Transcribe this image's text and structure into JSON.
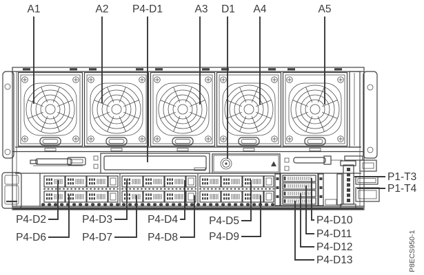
{
  "colors": {
    "line": "#414141",
    "text": "#3a3a3a",
    "background": "#ffffff"
  },
  "labels": {
    "top": {
      "a1": "A1",
      "a2": "A2",
      "p4_d1": "P4-D1",
      "a3": "A3",
      "d1": "D1",
      "a4": "A4",
      "a5": "A5"
    },
    "bottom_left": {
      "p4_d2": "P4-D2",
      "p4_d3": "P4-D3",
      "p4_d4": "P4-D4",
      "p4_d5": "P4-D5",
      "p4_d6": "P4-D6",
      "p4_d7": "P4-D7",
      "p4_d8": "P4-D8",
      "p4_d9": "P4-D9"
    },
    "bottom_right": {
      "p4_d10": "P4-D10",
      "p4_d11": "P4-D11",
      "p4_d12": "P4-D12",
      "p4_d13": "P4-D13"
    },
    "right_side": {
      "p1_t3": "P1-T3",
      "p1_t4": "P1-T4"
    },
    "caption": "P8ECS950-1"
  }
}
